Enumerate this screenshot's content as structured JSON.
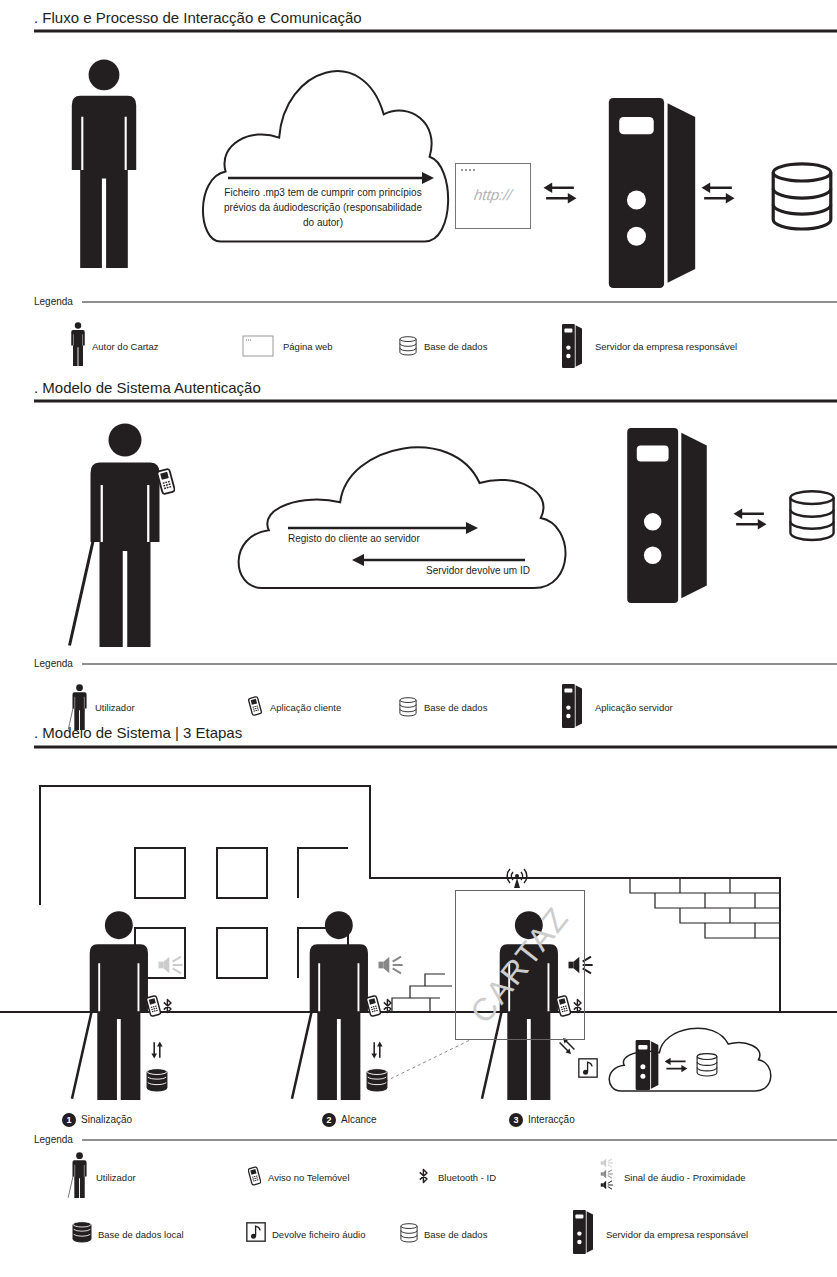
{
  "diagram": {
    "nodes": [
      {
        "text": [
          "Ficheiro .mp3 tem de cumprir com princípios prévios da áudiodescrição (responsabilidade do autor)"
        ]
      },
      {
        "text": [
          "http://"
        ]
      },
      {
        "text": [
          "Registo do cliente ao servidor",
          "Servidor devolve um ID"
        ]
      },
      {
        "text": [
          "CARTAZ"
        ]
      },
      {
        "text": [
          "1"
        ]
      },
      {
        "text": [
          "2"
        ]
      },
      {
        "text": [
          "3"
        ]
      }
    ],
    "labels": [
      ". Fluxo e Processo de Interacção e Comunicação",
      "Legenda",
      ". Modelo de Sistema Autenticação",
      "Legenda",
      ". Modelo de Sistema | 3 Etapas",
      "Sinalização",
      "Alcance",
      "Interacção",
      "Legenda"
    ],
    "legend": [
      {
        "text": "Autor do Cartaz"
      },
      {
        "text": "Página web"
      },
      {
        "text": "Base de dados"
      },
      {
        "text": "Servidor da empresa responsável"
      },
      {
        "text": "Utilizador"
      },
      {
        "text": "Aplicação cliente"
      },
      {
        "text": "Base de dados"
      },
      {
        "text": "Aplicação servidor"
      },
      {
        "text": "Utilizador"
      },
      {
        "text": "Aviso no Telemóvel"
      },
      {
        "text": "Bluetooth - ID"
      },
      {
        "text": "Sinal de áudio - Proximidade"
      },
      {
        "text": "Base de dados local"
      },
      {
        "text": "Devolve ficheiro áudio"
      },
      {
        "text": "Base de dados"
      },
      {
        "text": "Servidor da empresa responsável"
      }
    ]
  }
}
